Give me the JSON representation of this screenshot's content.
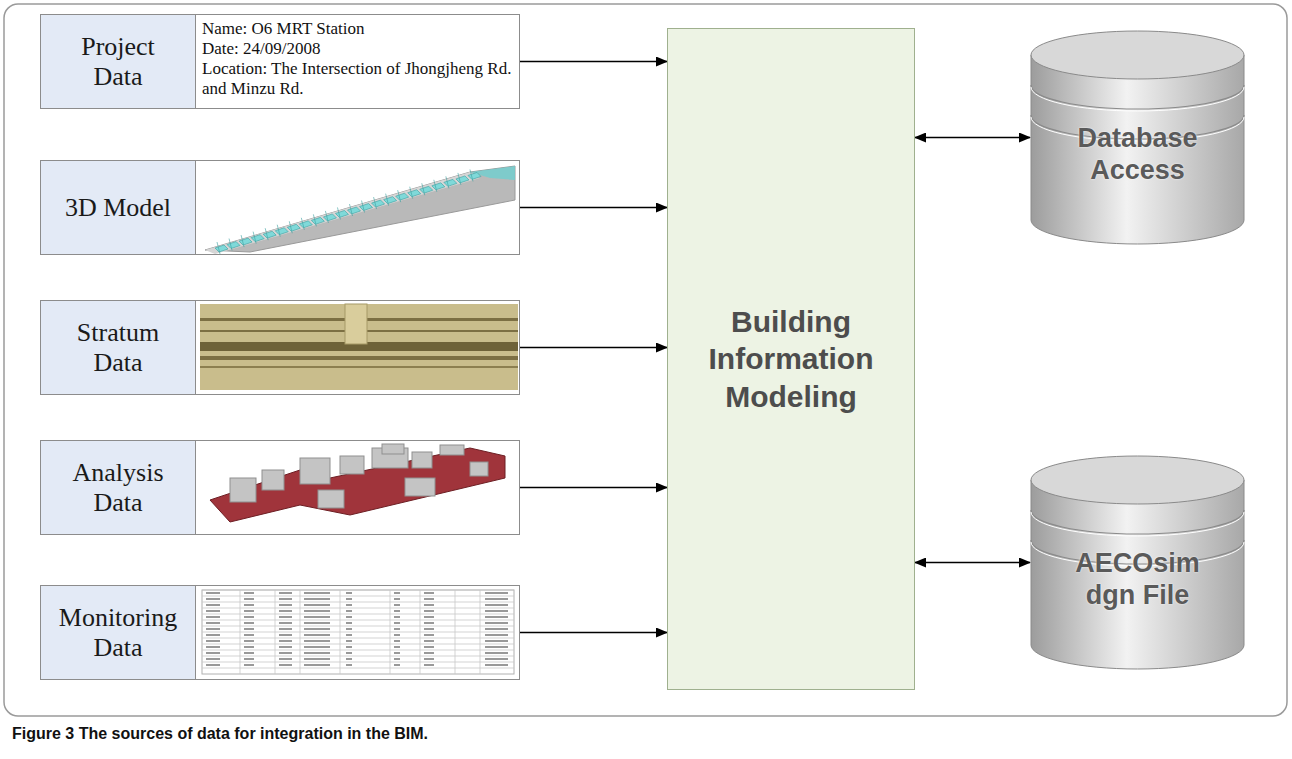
{
  "diagram": {
    "caption": "Figure 3 The sources of data for integration in the BIM.",
    "nodes": [
      {
        "text": [
          "Project Data",
          "Name: O6 MRT Station",
          "Date: 24/09/2008",
          "Location: The Intersection of Jhongjheng Rd. and Minzu Rd."
        ]
      },
      {
        "text": [
          "3D Model"
        ]
      },
      {
        "text": [
          "Stratum Data"
        ]
      },
      {
        "text": [
          "Analysis Data"
        ]
      },
      {
        "text": [
          "Monitoring Data"
        ]
      },
      {
        "text": [
          "Building Information Modeling"
        ]
      },
      {
        "text": [
          "Database Access"
        ]
      },
      {
        "text": [
          "AECOsim dgn File"
        ]
      }
    ],
    "edges": [
      {
        "from": 0,
        "to": 5,
        "arrow": "to"
      },
      {
        "from": 1,
        "to": 5,
        "arrow": "to"
      },
      {
        "from": 2,
        "to": 5,
        "arrow": "to"
      },
      {
        "from": 3,
        "to": 5,
        "arrow": "to"
      },
      {
        "from": 4,
        "to": 5,
        "arrow": "to"
      },
      {
        "from": 5,
        "to": 6,
        "arrow": "both"
      },
      {
        "from": 5,
        "to": 7,
        "arrow": "both"
      }
    ]
  }
}
